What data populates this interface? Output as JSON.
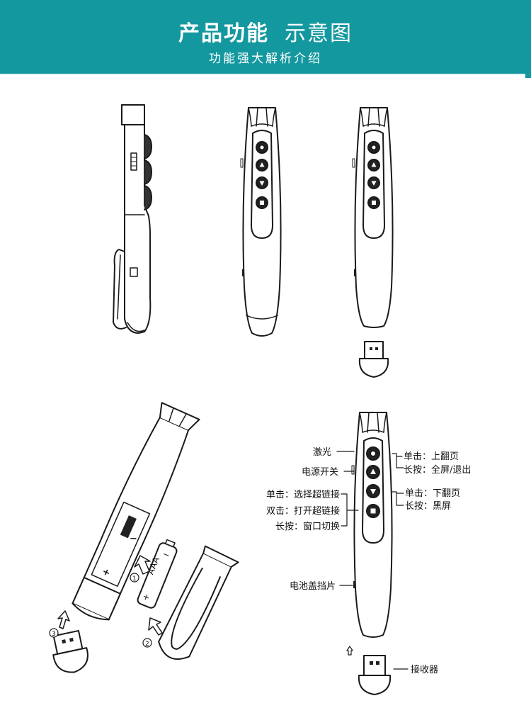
{
  "header": {
    "title_bold": "产品功能",
    "title_light": "示意图",
    "subtitle": "功能强大解析介绍",
    "bg_color": "#14989f"
  },
  "callouts": {
    "laser": "激光",
    "power": "电源开关",
    "click_select": "单击：选择超链接",
    "double_open": "双击：打开超链接",
    "hold_window": "长按：窗口切换",
    "battery_cover": "电池盖挡片",
    "up_click": "单击：上翻页",
    "up_hold": "长按：全屏/退出",
    "down_click": "单击：下翻页",
    "down_hold": "长按：黑屏",
    "receiver": "接收器"
  },
  "battery": {
    "label": "AAA",
    "plus": "+",
    "minus": "−"
  },
  "steps": [
    "1",
    "2",
    "3"
  ]
}
